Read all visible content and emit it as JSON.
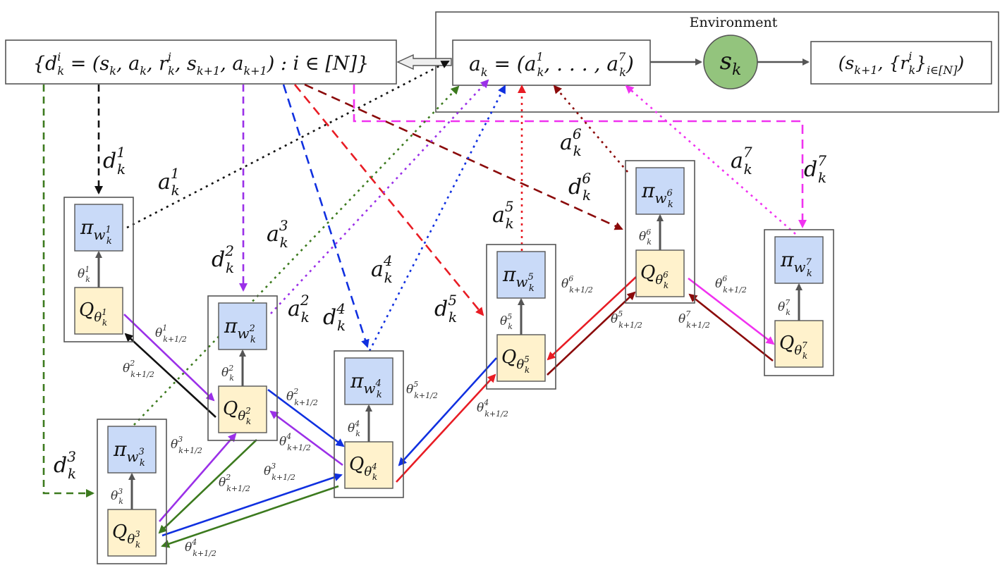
{
  "environment": {
    "title": "Environment",
    "action_box": "a_k = (a_k^1, ..., a_k^7)",
    "state_node": "s_k",
    "output_box": "(s_{k+1}, {r_k^i}_{i∈[N]})"
  },
  "data_box": "{d_k^i = (s_k, a_k, r_k^i, s_{k+1}, a_{k+1}) : i ∈ [N]}",
  "agents": [
    {
      "id": 1,
      "policy": "π_{w_k^1}",
      "critic": "Q_{θ_k^1}",
      "theta": "θ_k^1",
      "action": "a_k^1",
      "data": "d_k^1",
      "color": "#111111"
    },
    {
      "id": 2,
      "policy": "π_{w_k^2}",
      "critic": "Q_{θ_k^2}",
      "theta": "θ_k^2",
      "action": "a_k^2",
      "data": "d_k^2",
      "color": "#9b30e8"
    },
    {
      "id": 3,
      "policy": "π_{w_k^3}",
      "critic": "Q_{θ_k^3}",
      "theta": "θ_k^3",
      "action": "a_k^3",
      "data": "d_k^3",
      "color": "#3c7a1e"
    },
    {
      "id": 4,
      "policy": "π_{w_k^4}",
      "critic": "Q_{θ_k^4}",
      "theta": "θ_k^4",
      "action": "a_k^4",
      "data": "d_k^4",
      "color": "#1030e0"
    },
    {
      "id": 5,
      "policy": "π_{w_k^5}",
      "critic": "Q_{θ_k^5}",
      "theta": "θ_k^5",
      "action": "a_k^5",
      "data": "d_k^5",
      "color": "#e81c24"
    },
    {
      "id": 6,
      "policy": "π_{w_k^6}",
      "critic": "Q_{θ_k^6}",
      "theta": "θ_k^6",
      "action": "a_k^6",
      "data": "d_k^6",
      "color": "#8b0a0a"
    },
    {
      "id": 7,
      "policy": "π_{w_k^7}",
      "critic": "Q_{θ_k^7}",
      "theta": "θ_k^7",
      "action": "a_k^7",
      "data": "d_k^7",
      "color": "#f032f0"
    }
  ],
  "exchange_labels": [
    "θ_{k+1/2}^1",
    "θ_{k+1/2}^2",
    "θ_{k+1/2}^2",
    "θ_{k+1/2}^2",
    "θ_{k+1/2}^3",
    "θ_{k+1/2}^3",
    "θ_{k+1/2}^4",
    "θ_{k+1/2}^4",
    "θ_{k+1/2}^4",
    "θ_{k+1/2}^5",
    "θ_{k+1/2}^5",
    "θ_{k+1/2}^6",
    "θ_{k+1/2}^6",
    "θ_{k+1/2}^7"
  ],
  "colors": {
    "policy_fill": "#c9daf8",
    "critic_fill": "#fff2cc",
    "state_fill": "#93c47d",
    "line_gray": "#555555"
  }
}
